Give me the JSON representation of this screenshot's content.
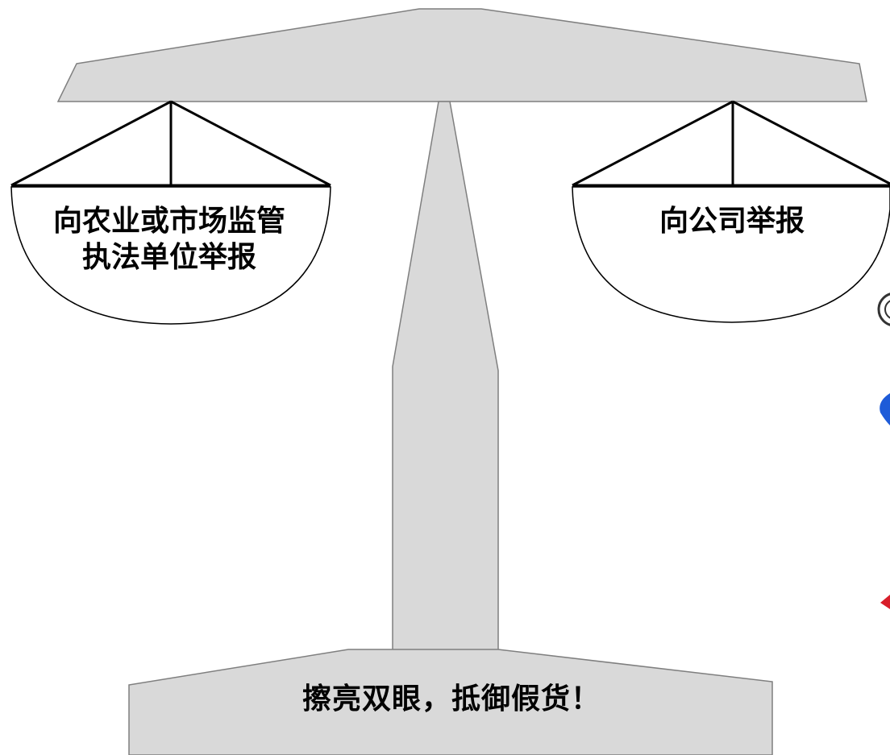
{
  "left_pan": {
    "line1": "向农业或市场监管",
    "line2": "执法单位举报"
  },
  "right_pan": {
    "label": "向公司举报"
  },
  "base": {
    "label": "擦亮双眼，抵御假货！"
  },
  "colors": {
    "shape_fill": "#d9d9d9",
    "shape_stroke": "#7f7f7f",
    "line": "#000000",
    "pan_fill": "#ffffff",
    "edge_icon_blue": "#1e5bd8",
    "edge_icon_red": "#d81e2a",
    "edge_icon_dark": "#333333"
  },
  "edge_icons": [
    "circle-badge-icon",
    "blue-logo-icon",
    "red-logo-icon"
  ]
}
